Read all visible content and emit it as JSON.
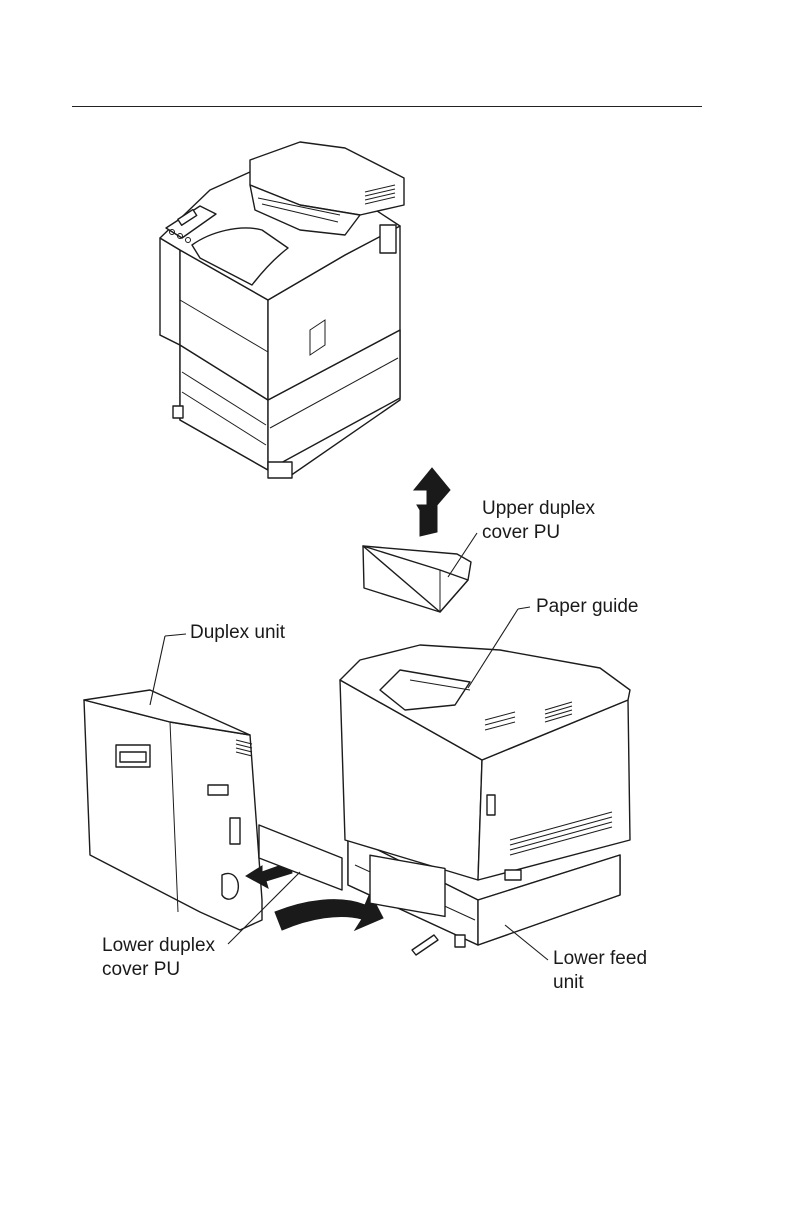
{
  "figure": {
    "labels": {
      "upper_duplex_cover": "Upper duplex\ncover PU",
      "paper_guide": "Paper guide",
      "duplex_unit": "Duplex unit",
      "lower_duplex_cover": "Lower duplex\ncover PU",
      "lower_feed_unit": "Lower feed\nunit"
    }
  }
}
